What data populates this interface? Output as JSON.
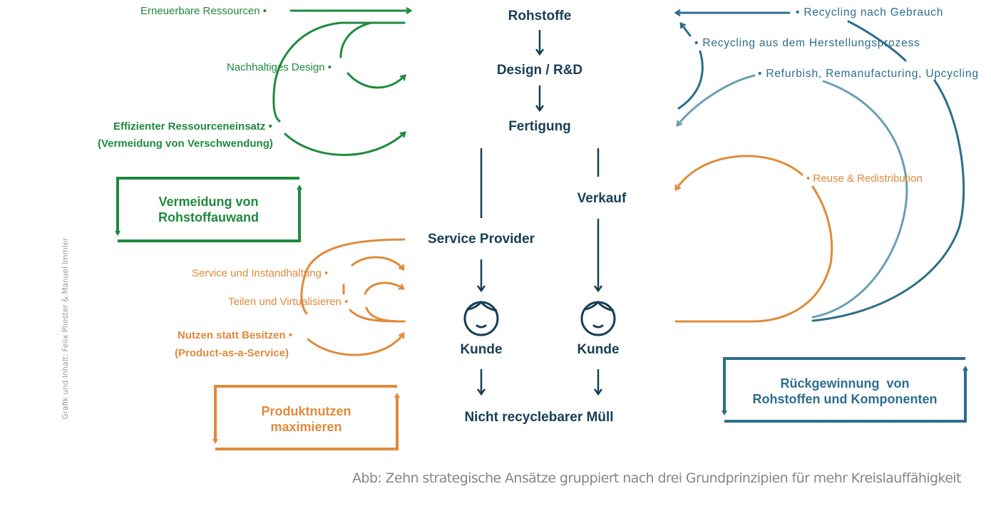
{
  "colors": {
    "green": "#1e8a3e",
    "orange": "#e08a3a",
    "navy": "#173f55",
    "teal": "#2c6e8c",
    "light_teal": "#6a9fb4",
    "caption": "#8a8585"
  },
  "center_flow": {
    "rohstoffe": "Rohstoffe",
    "design": "Design / R&D",
    "fertigung": "Fertigung",
    "service_provider": "Service Provider",
    "verkauf": "Verkauf",
    "kunde_left": "Kunde",
    "kunde_right": "Kunde",
    "muell": "Nicht recyclebarer Müll",
    "customer_icon": "person-face-icon"
  },
  "green_group": {
    "box_title_line1": "Vermeidung von",
    "box_title_line2": "Rohstoffauwand",
    "items": [
      {
        "label": "Erneuerbare Ressourcen"
      },
      {
        "label": "Nachhaltiges Design"
      },
      {
        "label": "Effizienter Ressourceneinsatz",
        "sublabel": "(Vermeidung von Verschwendung)"
      }
    ]
  },
  "orange_group": {
    "box_title_line1": "Produktnutzen",
    "box_title_line2": "maximieren",
    "items": [
      {
        "label": "Service und Instandhaltung"
      },
      {
        "label": "Teilen und Virtualisieren"
      },
      {
        "label": "Nutzen statt Besitzen",
        "sublabel": "(Product-as-a-Service)"
      },
      {
        "label": "Reuse & Redistribution"
      }
    ]
  },
  "blue_group": {
    "box_title_line1": "Rückgewinnung  von",
    "box_title_line2": "Rohstoffen und Komponenten",
    "items": [
      {
        "label": "Recycling nach Gebrauch"
      },
      {
        "label": "Recycling aus dem Herstellungsprozess"
      },
      {
        "label": "Refurbish, Remanufacturing, Upcycling"
      }
    ]
  },
  "caption": "Abb: Zehn strategische Ansätze gruppiert nach drei Grundprinzipien für mehr Kreislauffähigkeit",
  "credit": "Grafik und Inhalt: Felix Pliester & Manuel Immler"
}
